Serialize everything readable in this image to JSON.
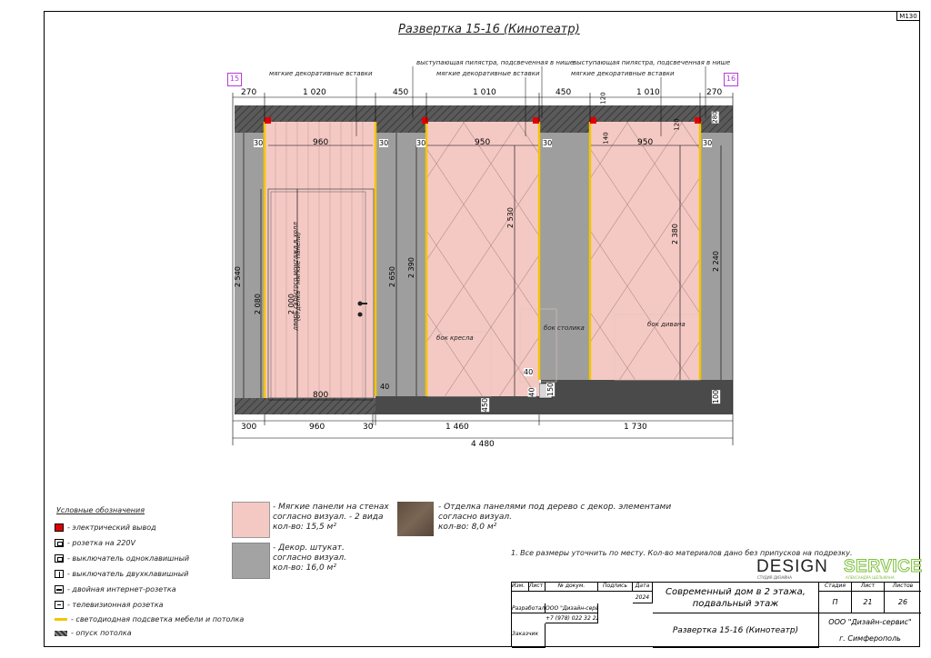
{
  "sheet_code": "М130",
  "title": "Развертка 15-16 (Кинотеатр)",
  "markers": {
    "left": "15",
    "right": "16"
  },
  "callouts": {
    "soft_inserts_1": "мягкие декоративные вставки",
    "pilaster_1": "выступающая пилястра, подсвеченная в нише",
    "soft_inserts_2": "мягкие декоративные вставки",
    "pilaster_2": "выступающая пилястра, подсвеченная в нише",
    "soft_inserts_3": "мягкие декоративные вставки"
  },
  "top_dims": [
    "270",
    "1 020",
    "450",
    "1 010",
    "450",
    "1 010",
    "270"
  ],
  "inner_dims": {
    "w960": "960",
    "w950a": "950",
    "w950b": "950",
    "s30a": "30",
    "s30b": "30",
    "s30c": "30",
    "s30d": "30",
    "s30e": "30",
    "h120a": "120",
    "h120b": "120",
    "h140": "140",
    "h280": "280"
  },
  "vertical_dims": {
    "h2540": "2 540",
    "h2080": "2 080",
    "h2000": "2 000",
    "h2650": "2 650",
    "h2390": "2 390",
    "h2530": "2 530",
    "h2380": "2 380",
    "h2240": "2 240",
    "h40a": "40",
    "h40b": "40",
    "h150": "150",
    "h100": "100",
    "h450": "450"
  },
  "door_label_1": "дверь скрытого монтажа в холл",
  "door_label_2": "(отделка - мягкие панели)",
  "door_width": "800",
  "door_h40": "40",
  "box_labels": {
    "chair": "бок кресла",
    "table": "бок столика",
    "sofa": "бок дивана"
  },
  "bottom_dims": [
    "300",
    "960",
    "30",
    "1 460",
    "1 730"
  ],
  "total_dim": "4 480",
  "legend": {
    "title": "Условные обозначения",
    "items": [
      "- электрический вывод",
      "- розетка на 220V",
      "- выключатель одноклавишный",
      "- выключатель двухклавишный",
      "- двойная интернет-розетка",
      "- телевизионная розетка",
      "- светодиодная подсветка мебели и потолка",
      "- опуск потолка"
    ]
  },
  "materials": {
    "soft_panels": [
      "- Мягкие панели на стенах",
      "согласно визуал. - 2 вида",
      "кол-во: 15,5 м²"
    ],
    "plaster": [
      "- Декор. штукат.",
      "согласно визуал.",
      "кол-во: 16,0 м²"
    ],
    "wood": [
      "- Отделка панелями под дерево с декор. элементами",
      "согласно визуал.",
      "кол-во: 8,0 м²"
    ]
  },
  "note": "1. Все размеры уточнить по месту. Кол-во материалов дано без припусков на подрезку.",
  "logo": {
    "design": "DESIGN",
    "service": "SERVICE",
    "sub1": "СТУДИЯ ДИЗАЙНА",
    "sub2": "АЛЕКСАНДРА ШЕЛЬМАНА"
  },
  "stamp": {
    "h_izm": "Изм.",
    "h_list": "Лист",
    "h_doc": "№ докум.",
    "h_sign": "Подпись",
    "h_date": "Дата",
    "year": "2024",
    "dev_role": "Разработал",
    "dev_name": "ООО \"Дизайн-сервис\"",
    "phone": "+7 (978) 022 32 22",
    "client_role": "Заказчик",
    "project": "Современный дом в 2 этажа, подвальный этаж",
    "sheet_name": "Развертка 15-16 (Кинотеатр)",
    "h_stage": "Стадия",
    "h_sheet": "Лист",
    "h_sheets": "Листов",
    "stage": "П",
    "sheet": "21",
    "sheets": "26",
    "org": "ООО \"Дизайн-сервис\"",
    "city": "г. Симферополь"
  },
  "colors": {
    "soft_panel": "#f4c9c4",
    "plaster": "#a3a3a3",
    "wood": "#6b5a48",
    "led": "#f2c500",
    "outlet": "#e00000"
  }
}
